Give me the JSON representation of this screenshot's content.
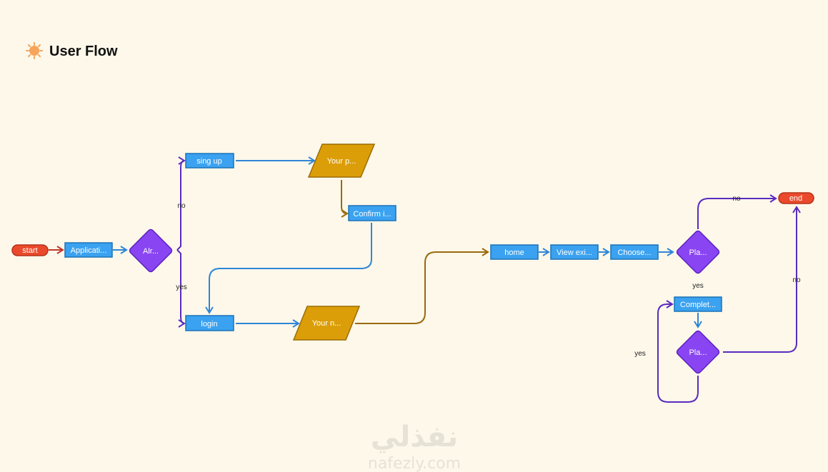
{
  "title": "User Flow",
  "icon": "sun-burst-icon",
  "colors": {
    "background": "#fdf8ea",
    "terminal_fill": "#ea4a2b",
    "terminal_stroke": "#b6311a",
    "process_fill": "#3aa2f0",
    "process_stroke": "#1d72b8",
    "decision_fill": "#8a45f2",
    "decision_stroke": "#5e22c2",
    "io_fill": "#dc9e08",
    "io_stroke": "#9a6c04",
    "arrow_red": "#c0392b",
    "arrow_blue": "#2f86d6",
    "arrow_purple": "#5b2bbf",
    "arrow_brown": "#9a6a0c"
  },
  "nodes": {
    "start": "start",
    "application": "Applicati...",
    "already": "Alr...",
    "signup": "sing up",
    "your_p": "Your p...",
    "confirm": "Confirm i...",
    "login": "login",
    "your_n": "Your n...",
    "home": "home",
    "view": "View exi...",
    "choose": "Choose...",
    "play1": "Pla...",
    "end": "end",
    "complete": "Complet...",
    "play2": "Pla..."
  },
  "edge_labels": {
    "no_signup": "no",
    "yes_login": "yes",
    "no_end": "no",
    "yes_complete": "yes",
    "yes_loop": "yes",
    "no_right": "no"
  },
  "watermark": {
    "arabic": "نفذلي",
    "latin": "nafezly.com"
  }
}
